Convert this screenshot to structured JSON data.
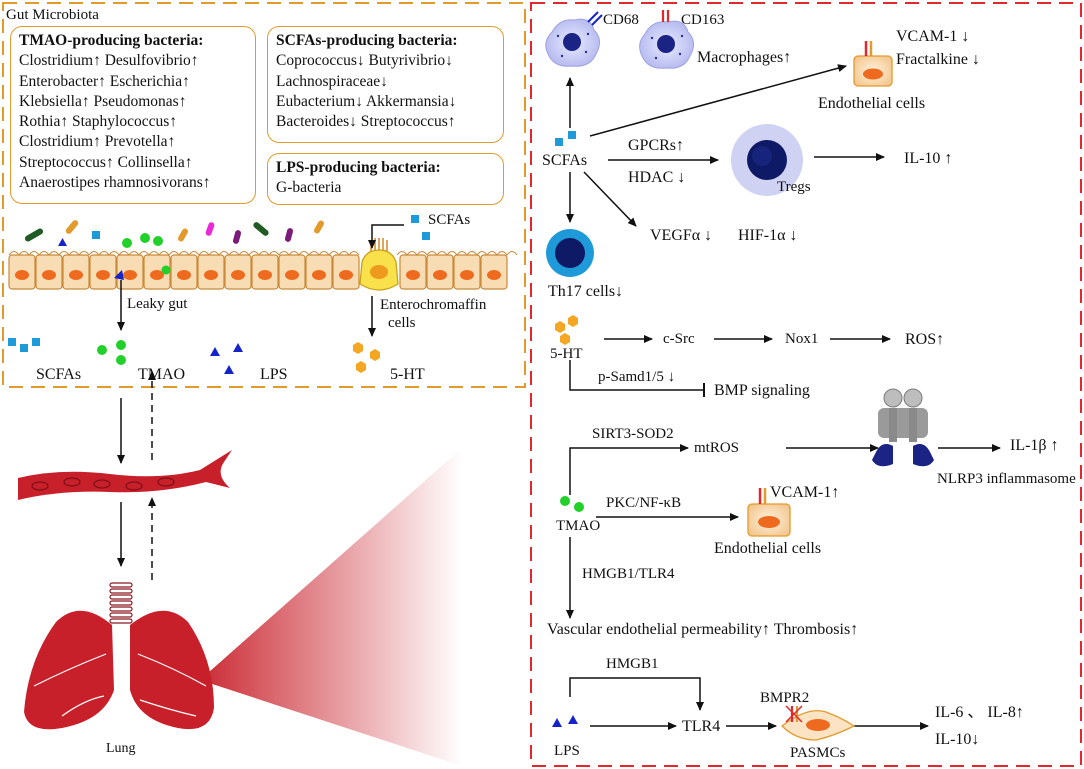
{
  "gut_panel": {
    "title": "Gut Microbiota",
    "tmao_box": {
      "heading": "TMAO-producing bacteria:",
      "lines": [
        "Clostridium↑ Desulfovibrio↑",
        "Enterobacter↑ Escherichia↑",
        "Klebsiella↑ Pseudomonas↑",
        "Rothia↑ Staphylococcus↑",
        "Clostridium↑ Prevotella↑",
        "Streptococcus↑ Collinsella↑",
        "Anaerostipes rhamnosivorans↑"
      ]
    },
    "scfa_box": {
      "heading": "SCFAs-producing bacteria:",
      "lines": [
        "Coprococcus↓ Butyrivibrio↓",
        "Lachnospiraceae↓",
        "Eubacterium↓ Akkermansia↓",
        "Bacteroides↓ Streptococcus↑"
      ]
    },
    "lps_box": {
      "heading": "LPS-producing bacteria:",
      "lines": [
        "G-bacteria"
      ]
    },
    "scfas_top": "SCFAs",
    "leaky_gut": "Leaky gut",
    "enterochromaffin": [
      "Enterochromaffin",
      "cells"
    ],
    "products": {
      "scfas": "SCFAs",
      "tmao": "TMAO",
      "lps": "LPS",
      "ht5": "5-HT"
    }
  },
  "lung_label": "Lung",
  "mech_panel": {
    "cd68": "CD68",
    "cd163": "CD163",
    "macrophages": "Macrophages↑",
    "vcam1_top": "VCAM-1 ↓",
    "fractalkine": "Fractalkine ↓",
    "endothelial_top": "Endothelial cells",
    "scfas": "SCFAs",
    "gpcrs": "GPCRs↑",
    "hdac": "HDAC ↓",
    "tregs": "Tregs",
    "il10_top": "IL-10 ↑",
    "vegfa": "VEGFα ↓",
    "hif1a": "HIF-1α ↓",
    "th17": "Th17 cells↓",
    "ht5": "5-HT",
    "csrc": "c-Src",
    "nox1": "Nox1",
    "ros": "ROS↑",
    "psmad": "p-Samd1/5 ↓",
    "bmp": "BMP signaling",
    "sirt3": "SIRT3-SOD2",
    "mtros": "mtROS",
    "il1b": "IL-1β ↑",
    "nlrp3": "NLRP3 inflammasome",
    "tmao": "TMAO",
    "pkc": "PKC/NF-κB",
    "vcam1_mid": "VCAM-1↑",
    "endothelial_mid": "Endothelial cells",
    "hmgb1_tlr4": "HMGB1/TLR4",
    "vascular": "Vascular endothelial permeability↑ Thrombosis↑",
    "hmgb1": "HMGB1",
    "lps": "LPS",
    "tlr4": "TLR4",
    "bmpr2": "BMPR2",
    "pasmcs": "PASMCs",
    "il6_il8": "IL-6 、 IL-8↑",
    "il10_bottom": "IL-10↓"
  },
  "colors": {
    "orange_dash": "#e39a2d",
    "red_dash": "#e0282d",
    "vessel_red": "#c8202a",
    "cell_tan": "#f7dcb4",
    "nucleus_orange": "#ee6a1e",
    "scfa_blue": "#1e9ad8",
    "tmao_green": "#22d02a",
    "lps_blue": "#1524c8",
    "ht_orange": "#f5a623",
    "treg_navy": "#0e1a66",
    "lavender": "#cfd2f2"
  }
}
